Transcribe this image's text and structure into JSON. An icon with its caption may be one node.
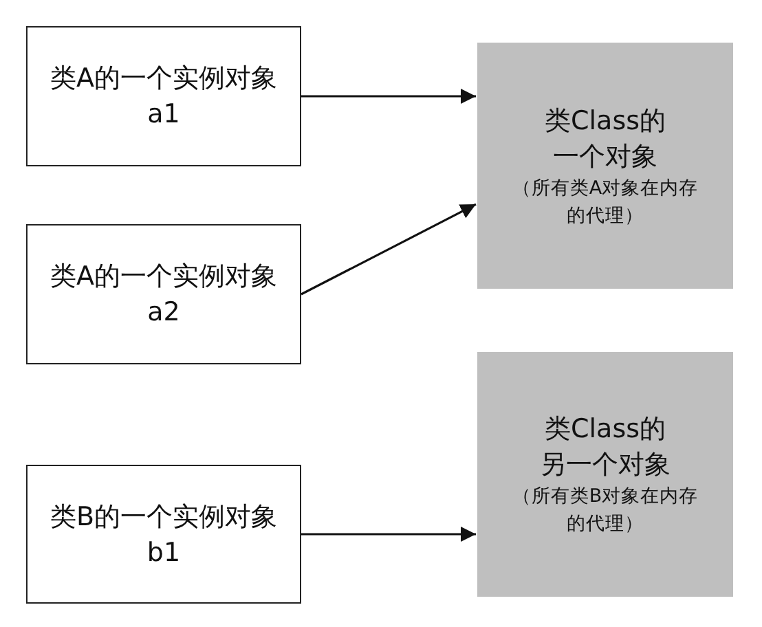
{
  "diagram": {
    "nodes": [
      {
        "text": [
          "类A的一个实例对象 a1"
        ]
      },
      {
        "text": [
          "类A的一个实例对象 a2"
        ]
      },
      {
        "text": [
          "类B的一个实例对象 b1"
        ]
      },
      {
        "text": [
          "类Class的一个对象",
          "（所有类A对象在内存的代理）"
        ]
      },
      {
        "text": [
          "类Class的另一个对象",
          "（所有类B对象在内存的代理）"
        ]
      }
    ],
    "edges": [
      {
        "from": 0,
        "to": 3,
        "arrow": "to"
      },
      {
        "from": 1,
        "to": 3,
        "arrow": "to"
      },
      {
        "from": 2,
        "to": 4,
        "arrow": "to"
      }
    ]
  }
}
